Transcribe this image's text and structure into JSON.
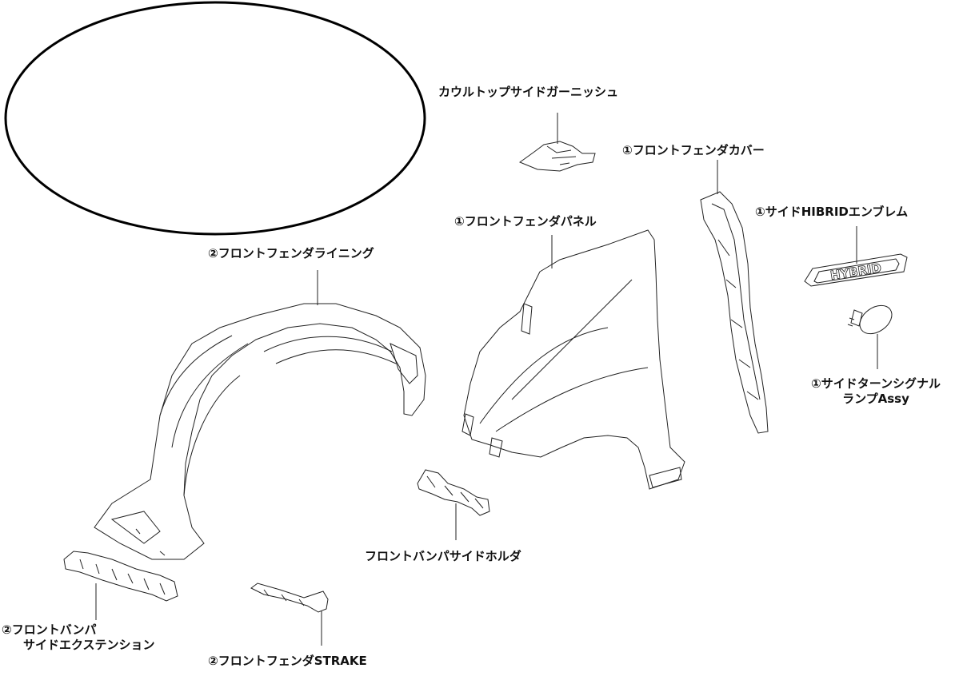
{
  "parts": {
    "cowl_top_side_garnish": "カウルトップサイドガーニッシュ",
    "front_fender_cover": "①フロントフェンダカバー",
    "side_hybrid_emblem": "①サイドHIBRIDエンブレム",
    "front_fender_panel": "①フロントフェンダパネル",
    "front_fender_lining": "②フロントフェンダライニング",
    "side_turn_signal_line1": "①サイドターンシグナル",
    "side_turn_signal_line2": "ランプAssy",
    "front_bumper_side_holder": "フロントバンパサイドホルダ",
    "front_bumper_ext_line1": "②フロントバンパ",
    "front_bumper_ext_line2": "サイドエクステンション",
    "front_fender_strake": "②フロントフェンダSTRAKE"
  },
  "emblem_text": "HYBRID"
}
